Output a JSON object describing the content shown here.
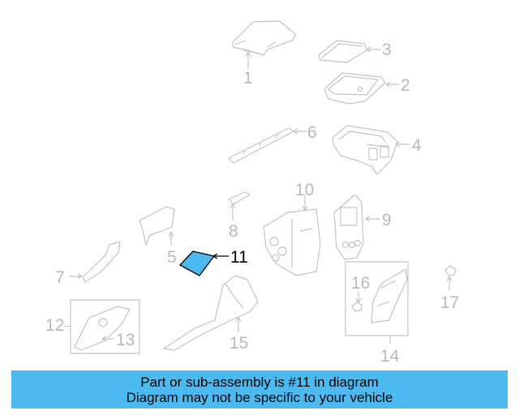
{
  "diagram": {
    "highlighted_part": "11",
    "colors": {
      "part_line": "#c8c8c8",
      "highlight_fill": "#4db9f1",
      "highlight_stroke": "#000000",
      "banner_bg": "#4db9f1"
    },
    "callouts": [
      {
        "id": "c1",
        "label": "1"
      },
      {
        "id": "c2",
        "label": "2"
      },
      {
        "id": "c3",
        "label": "3"
      },
      {
        "id": "c4",
        "label": "4"
      },
      {
        "id": "c5",
        "label": "5"
      },
      {
        "id": "c6",
        "label": "6"
      },
      {
        "id": "c7",
        "label": "7"
      },
      {
        "id": "c8",
        "label": "8"
      },
      {
        "id": "c9",
        "label": "9"
      },
      {
        "id": "c10",
        "label": "10"
      },
      {
        "id": "c11",
        "label": "11"
      },
      {
        "id": "c12",
        "label": "12"
      },
      {
        "id": "c13",
        "label": "13"
      },
      {
        "id": "c14",
        "label": "14"
      },
      {
        "id": "c15",
        "label": "15"
      },
      {
        "id": "c16",
        "label": "16"
      },
      {
        "id": "c17",
        "label": "17"
      }
    ]
  },
  "banner": {
    "line1": "Part or sub-assembly is #11 in diagram",
    "line2": "Diagram may not be specific to your vehicle"
  }
}
